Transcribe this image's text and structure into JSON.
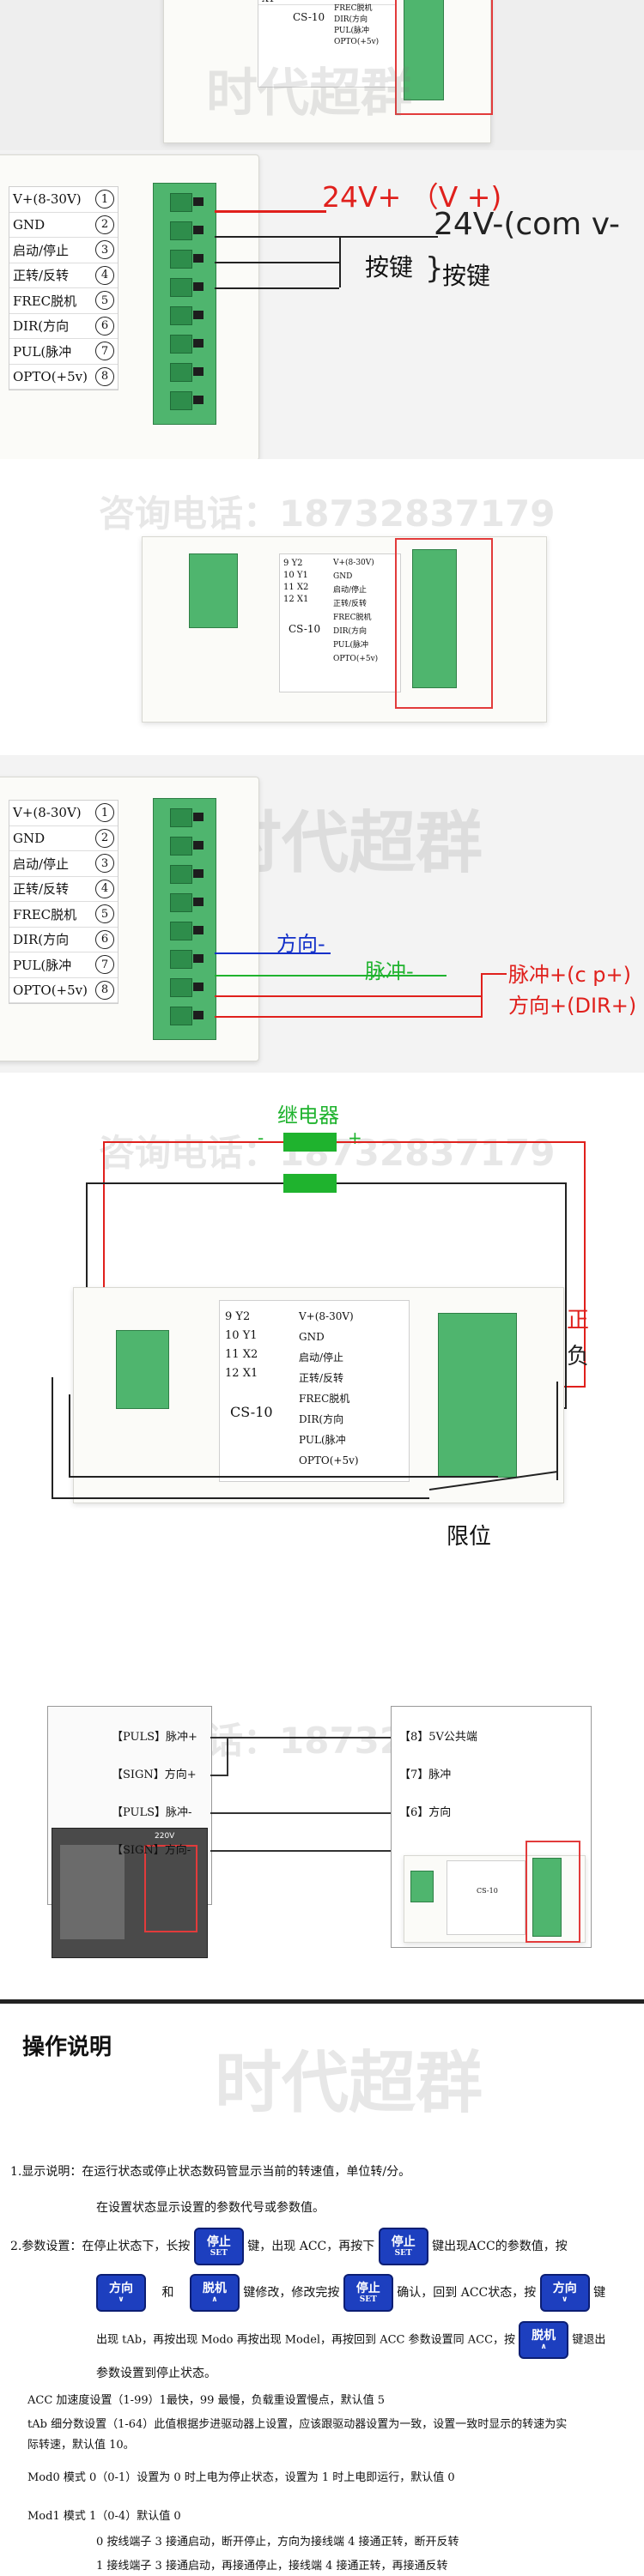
{
  "watermark": {
    "phone": "咨询电话：18732837179",
    "brand": "时代超群"
  },
  "pinout": {
    "small_pins": [
      {
        "num": "9",
        "label": "Y2"
      },
      {
        "num": "10",
        "label": "Y1"
      },
      {
        "num": "11",
        "label": "X2"
      },
      {
        "num": "12",
        "label": "X1"
      }
    ],
    "model": "CS-10",
    "pins": [
      {
        "label": "V+(8-30V)",
        "num": "1"
      },
      {
        "label": "GND",
        "num": "2"
      },
      {
        "label": "启动/停止",
        "num": "3"
      },
      {
        "label": "正转/反转",
        "num": "4"
      },
      {
        "label": "FREC脱机",
        "num": "5"
      },
      {
        "label": "DIR(方向",
        "num": "6"
      },
      {
        "label": "PUL(脉冲",
        "num": "7"
      },
      {
        "label": "OPTO(+5v)",
        "num": "8"
      }
    ]
  },
  "diagram1": {
    "vplus": "24V+ （V +)",
    "vminus": "24V-(com v-",
    "key1": "按键",
    "key2": "按键",
    "colors": {
      "red": "#e0201c",
      "dark": "#222222"
    }
  },
  "diagram2": {
    "dir_minus": "方向-",
    "pul_minus": "脉冲-",
    "pul_plus": "脉冲+(c p+)",
    "dir_plus": "方向+(DIR+)",
    "colors": {
      "blue": "#1330c9",
      "green": "#1fb32e",
      "red": "#e0201c"
    }
  },
  "diagram3": {
    "relay": "继电器",
    "minus": "-",
    "plus": "+",
    "pos": "正",
    "neg": "负",
    "limit": "限位"
  },
  "diagram4": {
    "left_rows": [
      "【PULS】脉冲+",
      "【SIGN】方向+",
      "【PULS】脉冲-",
      "【SIGN】方向-"
    ],
    "right_rows": [
      "【8】5V公共端",
      "【7】脉冲",
      "【6】方向"
    ],
    "driver_voltage": "220V"
  },
  "section": {
    "title": "操作说明"
  },
  "instructions": {
    "l1a": "1.显示说明：在运行状态或停止状态数码管显示当前的转速值，单位转/分。",
    "l1b": "在设置状态显示设置的参数代号或参数值。",
    "l2_1": "2.参数设置：在停止状态下，长按",
    "l2_2": "键，出现 ACC，再按下",
    "l2_3": "键出现ACC的参数值，按",
    "l3_1": "和",
    "l3_2": "键修改，修改完按",
    "l3_3": "确认，回到 ACC状态，按",
    "l3_4": "键",
    "l4_1": "出现 tAb，再按出现 Modo 再按出现 Model，再按回到 ACC 参数设置同 ACC，按",
    "l4_2": "键退出",
    "l5": "参数设置到停止状态。",
    "acc": "ACC 加速度设置（1-99）1最快，99 最慢，负载重设置慢点，默认值 5",
    "tab1": "tAb 细分数设置（1-64）此值根据步进驱动器上设置，应该跟驱动器设置为一致，设置一致时显示的转速为实",
    "tab2": "际转速，默认值 10。",
    "mod0": "Mod0 模式 0（0-1）设置为 0 时上电为停止状态，设置为 1 时上电即运行，默认值 0",
    "mod1": "Mod1 模式 1（0-4）默认值 0",
    "mod1a": "0 按线端子 3 接通启动，断开停止，方向为接线端 4 接通正转，断开反转",
    "mod1b": "1 接线端子 3 接通启动，再接通停止，接线端 4 接通正转，再接通反转"
  },
  "buttons": {
    "stop": {
      "t": "停止",
      "s": "SET"
    },
    "dir": {
      "t": "方向",
      "s": "∨"
    },
    "off": {
      "t": "脱机",
      "s": "∧"
    }
  }
}
